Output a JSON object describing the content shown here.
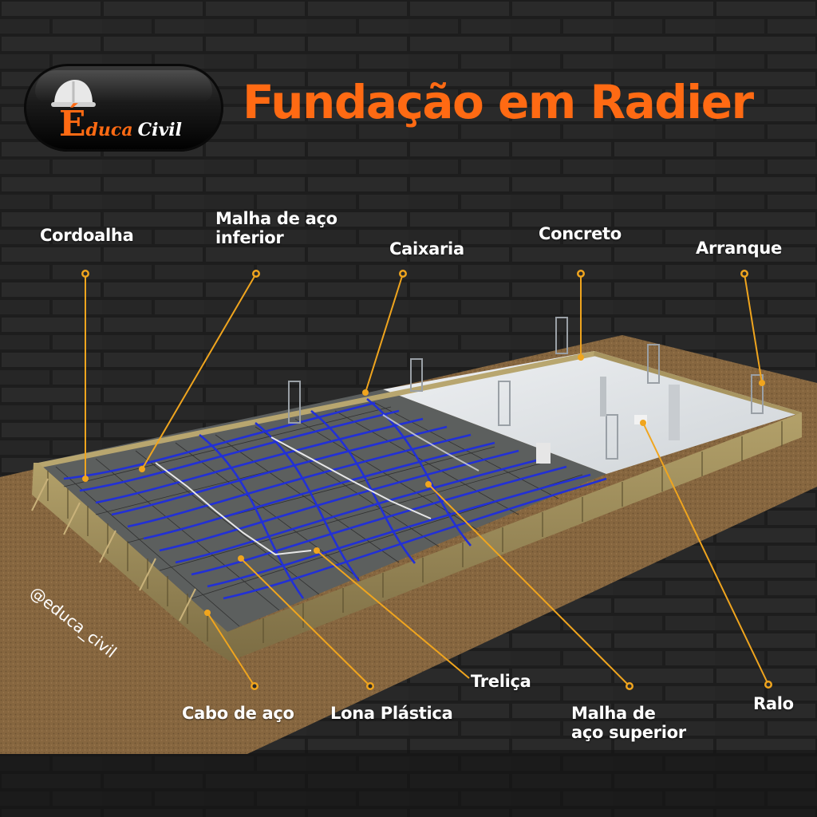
{
  "title": "Fundação em Radier",
  "logo": {
    "letter": "É",
    "word1": "duca",
    "word2": "Civil"
  },
  "handle": "@educa_civil",
  "colors": {
    "title": "#ff6a13",
    "leader": "#f0a51e",
    "rebar": "#2230d6",
    "concrete": "#dfe3e6",
    "formwork": "#9a8a58",
    "soil": "#8a6a45"
  },
  "labels": {
    "cordoalha": "Cordoalha",
    "malha_inferior_1": "Malha de aço",
    "malha_inferior_2": "inferior",
    "caixaria": "Caixaria",
    "concreto": "Concreto",
    "arranque": "Arranque",
    "cabo": "Cabo de aço",
    "lona": "Lona Plástica",
    "trelica": "Treliça",
    "malha_superior_1": "Malha de",
    "malha_superior_2": "aço superior",
    "ralo": "Ralo"
  }
}
